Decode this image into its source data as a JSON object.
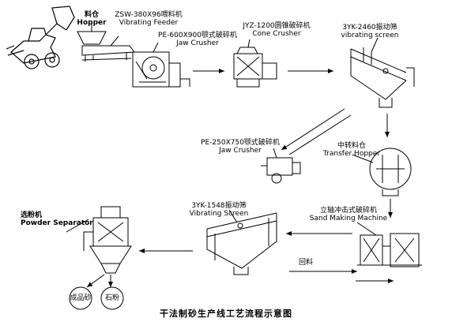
{
  "title": "干法制砂生产线工艺流程示意图",
  "equipment": {
    "hopper": {
      "cn": "料仓",
      "en": "Hopper"
    },
    "feeder": {
      "cn": "ZSW-380X96喂料机",
      "en": "Vibrating Feeder"
    },
    "jaw_crusher_1": {
      "cn": "PE-600X900颚式破碎机",
      "en": "Jaw Crusher"
    },
    "cone_crusher": {
      "cn": "JYZ-1200圆锥破碎机",
      "en": "Cone Crusher"
    },
    "screen_1": {
      "cn": "3YK-2460振动筛",
      "en": "vibrating screen"
    },
    "jaw_crusher_2": {
      "cn": "PE-250X750颚式破碎机",
      "en": "Jaw Crusher"
    },
    "transfer_hopper": {
      "cn": "中转料仓",
      "en": "Transfer Hopper"
    },
    "sand_machine": {
      "cn": "立轴冲击式破碎机",
      "en": "Sand Making Machine"
    },
    "screen_2": {
      "cn": "3YK-1548振动筛",
      "en": "Vibrating Screen"
    },
    "separator": {
      "cn": "选粉机",
      "en": "Powder Separator"
    }
  },
  "return_label": "回料",
  "outputs": {
    "product_sand": "成品砂",
    "stone_powder": "石粉"
  }
}
